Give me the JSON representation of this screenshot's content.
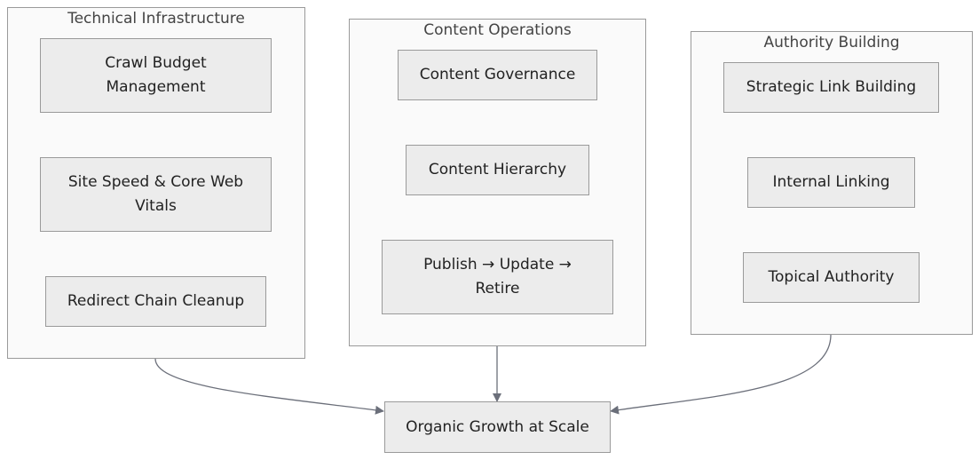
{
  "groups": {
    "technical": {
      "title": "Technical Infrastructure",
      "nodes": {
        "crawl_budget": "Crawl Budget Management",
        "site_speed": "Site Speed & Core Web Vitals",
        "redirect_chain": "Redirect Chain Cleanup"
      }
    },
    "content": {
      "title": "Content Operations",
      "nodes": {
        "governance": "Content Governance",
        "hierarchy": "Content Hierarchy",
        "lifecycle": "Publish → Update → Retire"
      }
    },
    "authority": {
      "title": "Authority Building",
      "nodes": {
        "link_building": "Strategic Link Building",
        "internal_linking": "Internal Linking",
        "topical_authority": "Topical Authority"
      }
    }
  },
  "outcome": {
    "label": "Organic Growth at Scale"
  },
  "colors": {
    "edge": "#6b6f7a",
    "group_fill": "#fafafa",
    "node_fill": "#ececec",
    "border": "#9a9a9a"
  }
}
